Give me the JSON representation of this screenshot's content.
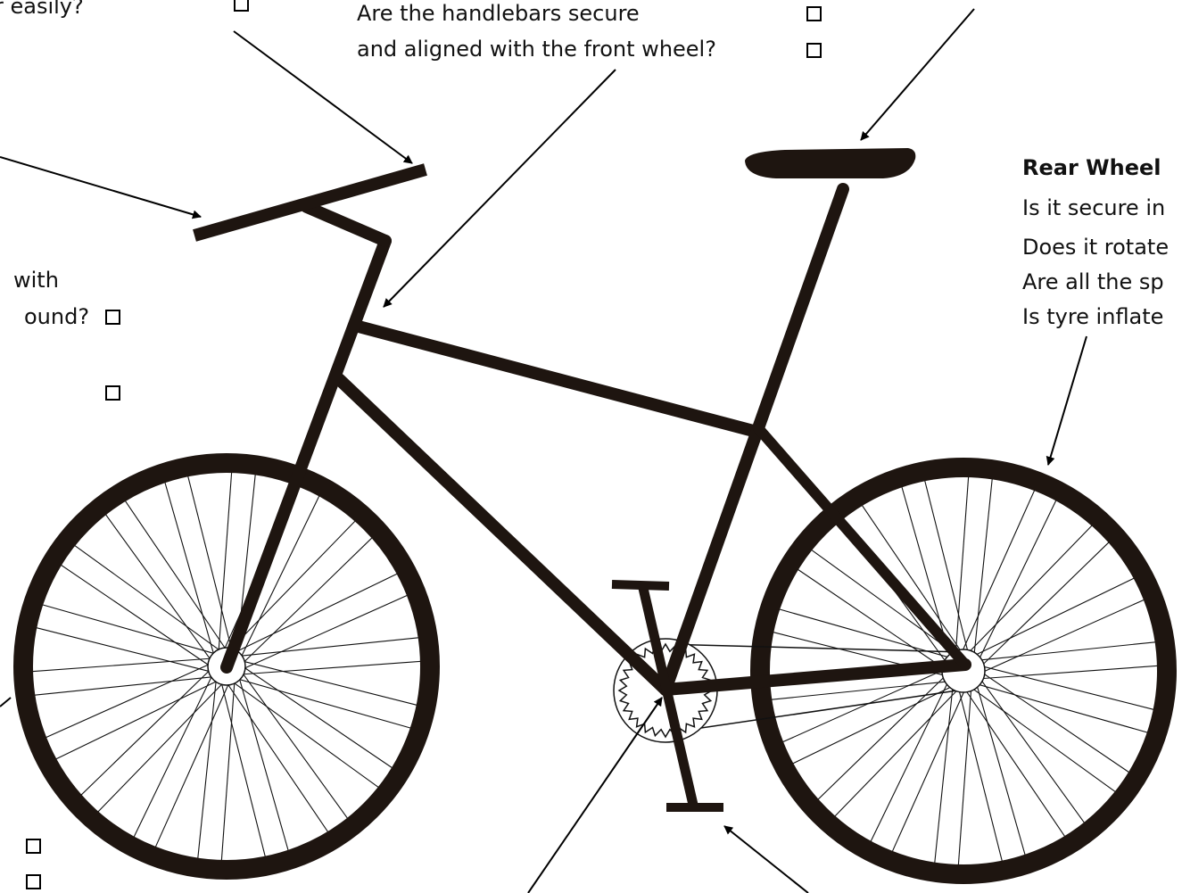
{
  "colors": {
    "ink": "#1e1510",
    "spoke": "#111111",
    "paper": "#ffffff"
  },
  "labels": {
    "top_left_fragment": "r easily?",
    "handlebars_line1": "Are the handlebars secure",
    "handlebars_line2": "and aligned with the front wheel?",
    "left_fragment_1": "with",
    "left_fragment_2": "ound?",
    "rear_wheel_title": "Rear Wheel",
    "rear_q1": "Is it secure in",
    "rear_q2": "Does it rotate",
    "rear_q3": "Are all the sp",
    "rear_q4": "Is tyre inflate"
  },
  "checkboxes": [
    {
      "name": "top-left"
    },
    {
      "name": "handlebars-secure"
    },
    {
      "name": "handlebars-aligned"
    },
    {
      "name": "left-ground"
    },
    {
      "name": "left-extra"
    },
    {
      "name": "bottom-left-1"
    },
    {
      "name": "bottom-left-2"
    }
  ],
  "wheels": {
    "spoke_count": 36
  }
}
